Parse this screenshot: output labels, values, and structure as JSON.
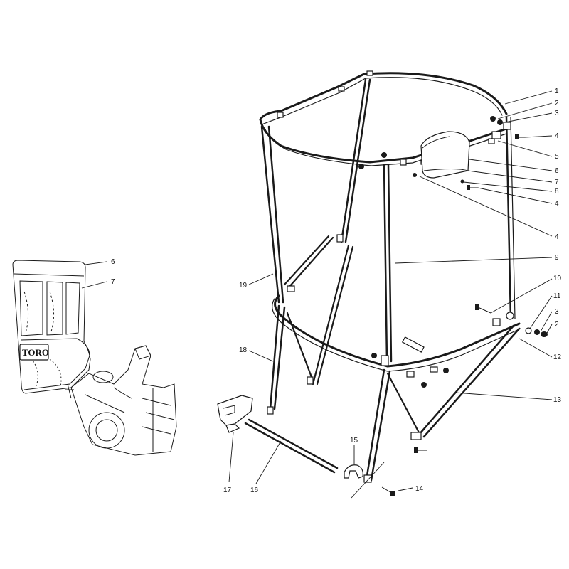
{
  "diagram": {
    "brand_logo": "TORO",
    "callouts": {
      "c1": "1",
      "c2a": "2",
      "c3a": "3",
      "c4a": "4",
      "c5": "5",
      "c6": "6",
      "c7": "7",
      "c8": "8",
      "c4b": "4",
      "c4c": "4",
      "c9": "9",
      "c10": "10",
      "c11": "11",
      "c3b": "3",
      "c2b": "2",
      "c12": "12",
      "c13": "13",
      "c14": "14",
      "c15": "15",
      "c16": "16",
      "c17": "17",
      "c18": "18",
      "c19": "19",
      "inset6": "6",
      "inset7": "7"
    }
  }
}
